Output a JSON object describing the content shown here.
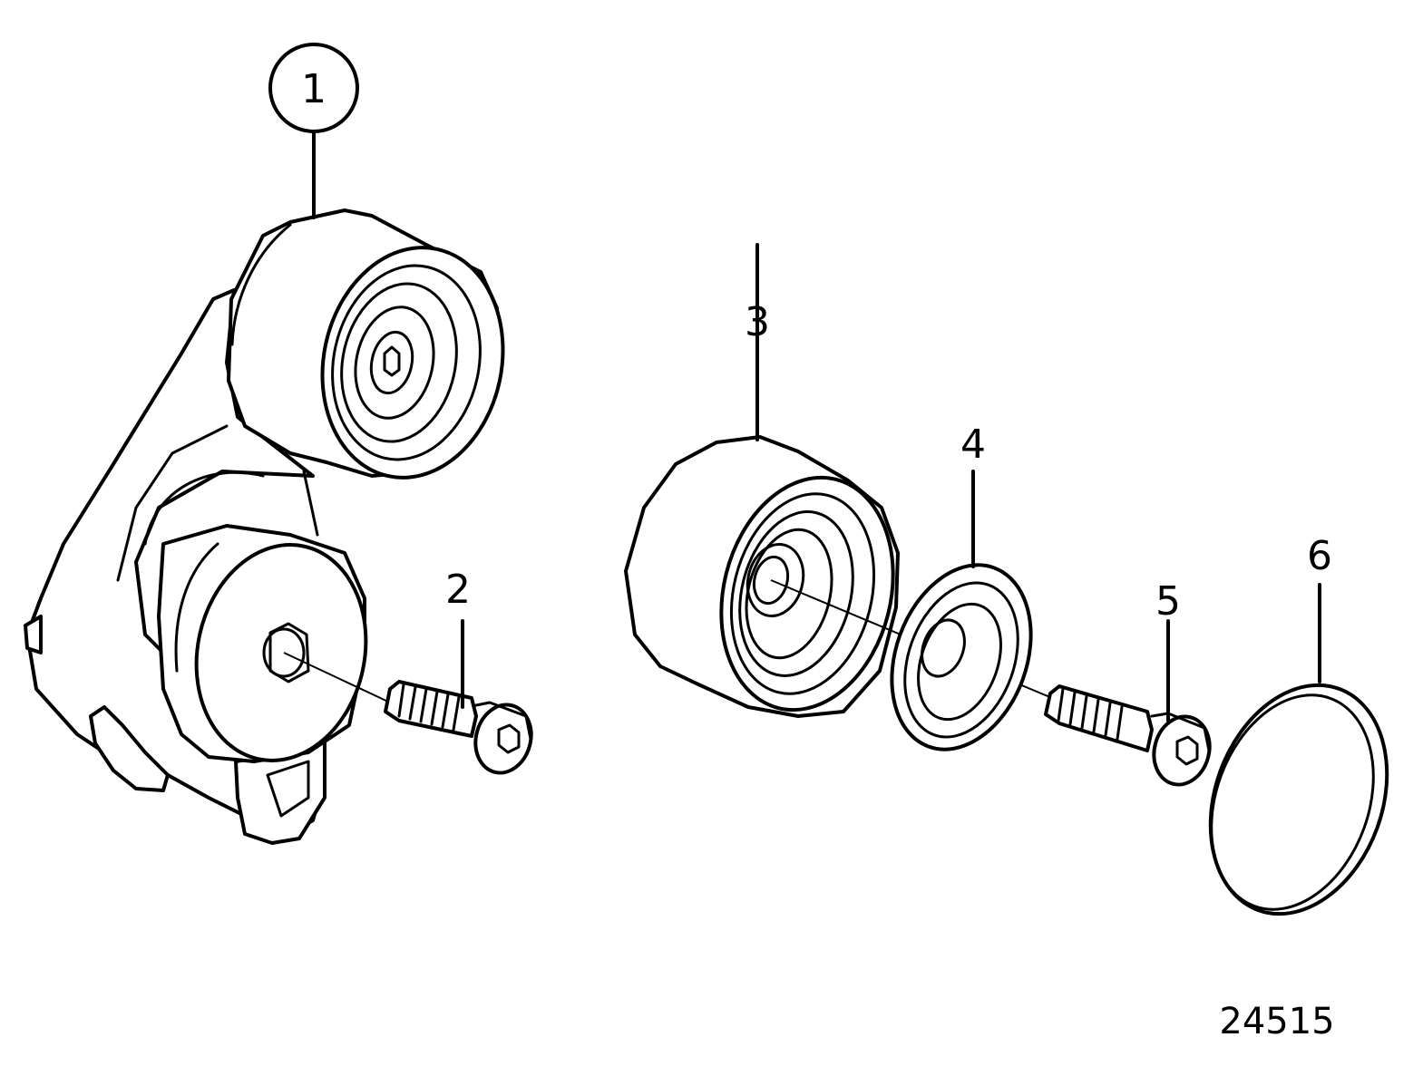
{
  "callouts": [
    {
      "id": "1",
      "label": "1"
    },
    {
      "id": "2",
      "label": "2"
    },
    {
      "id": "3",
      "label": "3"
    },
    {
      "id": "4",
      "label": "4"
    },
    {
      "id": "5",
      "label": "5"
    },
    {
      "id": "6",
      "label": "6"
    }
  ],
  "figure_number": "24515"
}
